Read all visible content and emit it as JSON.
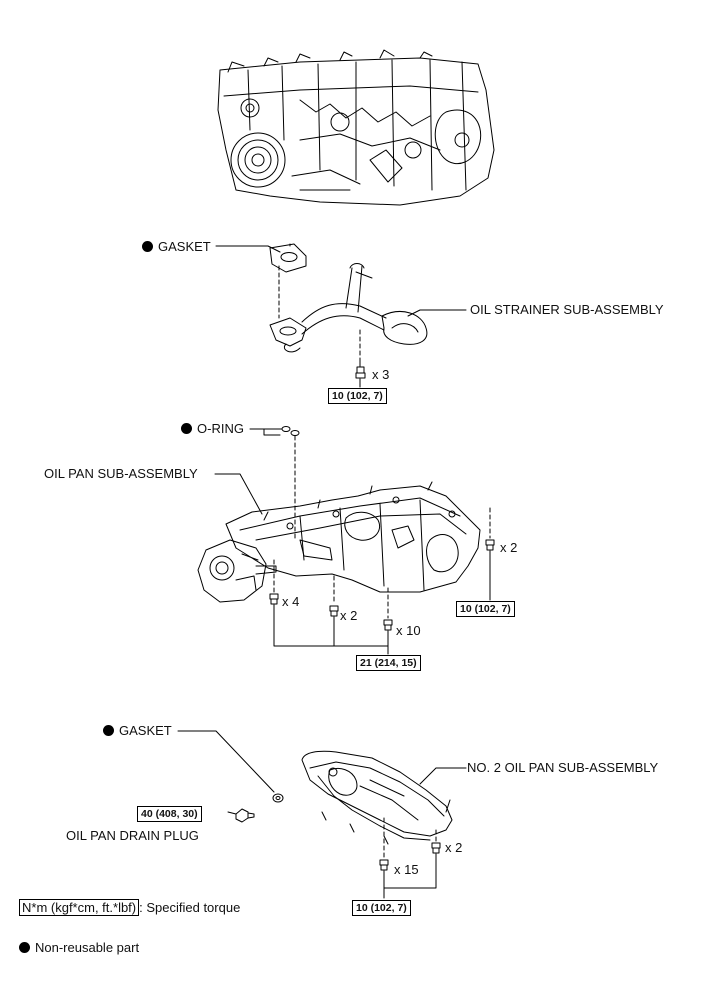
{
  "labels": {
    "gasket_top": "GASKET",
    "oil_strainer": "OIL STRAINER SUB-ASSEMBLY",
    "o_ring": "O-RING",
    "oil_pan": "OIL PAN SUB-ASSEMBLY",
    "gasket_bottom": "GASKET",
    "no2_oil_pan": "NO. 2 OIL PAN SUB-ASSEMBLY",
    "drain_plug": "OIL PAN DRAIN PLUG"
  },
  "quantities": {
    "strainer_bolts": "x 3",
    "pan_right_bolts": "x 2",
    "pan_left_bolts": "x 4",
    "pan_mid_bolts": "x 2",
    "pan_main_bolts": "x 10",
    "no2_pan_bolts_a": "x 2",
    "no2_pan_bolts_b": "x 15"
  },
  "torques": {
    "strainer": "10 (102, 7)",
    "pan_right": "10 (102, 7)",
    "pan_main": "21 (214, 15)",
    "drain_plug": "40 (408, 30)",
    "no2_pan": "10 (102, 7)"
  },
  "legend": {
    "torque_unit": "N*m (kgf*cm, ft.*lbf)",
    "torque_desc": ": Specified torque",
    "non_reusable": "Non-reusable part"
  }
}
